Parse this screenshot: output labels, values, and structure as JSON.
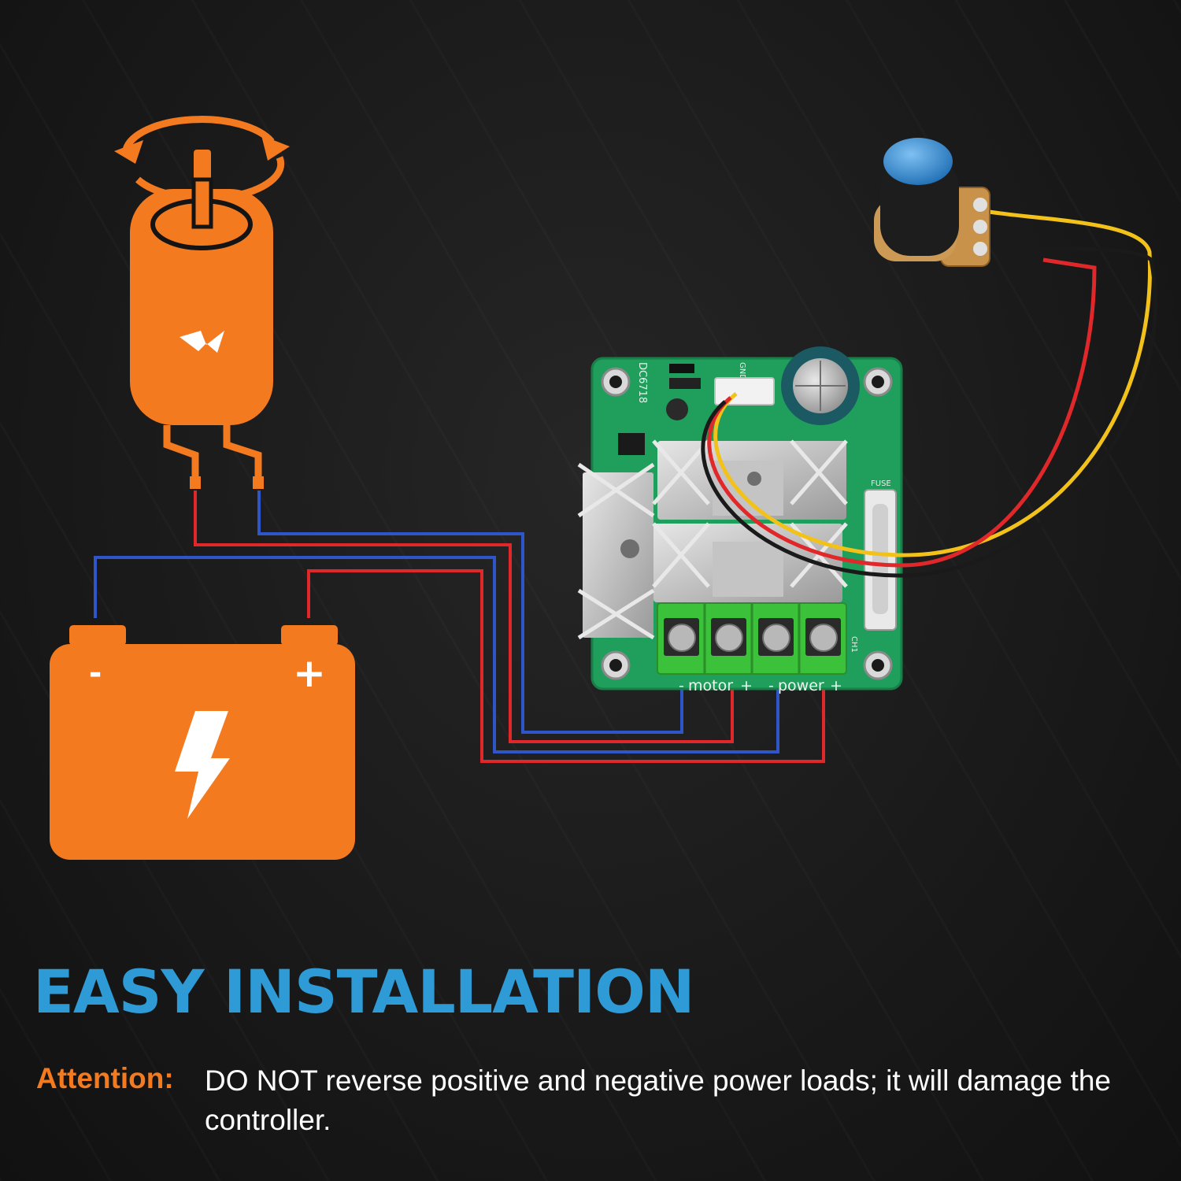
{
  "colors": {
    "accent_orange": "#F47A20",
    "heading_blue": "#2E9BD6",
    "wire_red": "#E0282A",
    "wire_blue": "#2F56C8",
    "pcb_green": "#1F9E5C"
  },
  "icons": {
    "motor": "dc-motor-icon",
    "rotation": "rotation-arrows-icon",
    "battery": "battery-icon",
    "bolt": "lightning-bolt-icon"
  },
  "battery": {
    "minus_label": "-",
    "plus_label": "+"
  },
  "board": {
    "model_label": "DC6718",
    "fuse_label": "FUSE",
    "gnd_label": "GND",
    "out_label": "CH1",
    "terminal_labels": {
      "motor_minus": "-",
      "motor_word": "motor",
      "motor_plus": "+",
      "power_minus": "-",
      "power_word": "power",
      "power_plus": "+"
    }
  },
  "footer": {
    "heading": "EASY INSTALLATION",
    "attention_label": "Attention:",
    "attention_text": "DO NOT reverse positive and negative power loads; it will damage the controller."
  }
}
